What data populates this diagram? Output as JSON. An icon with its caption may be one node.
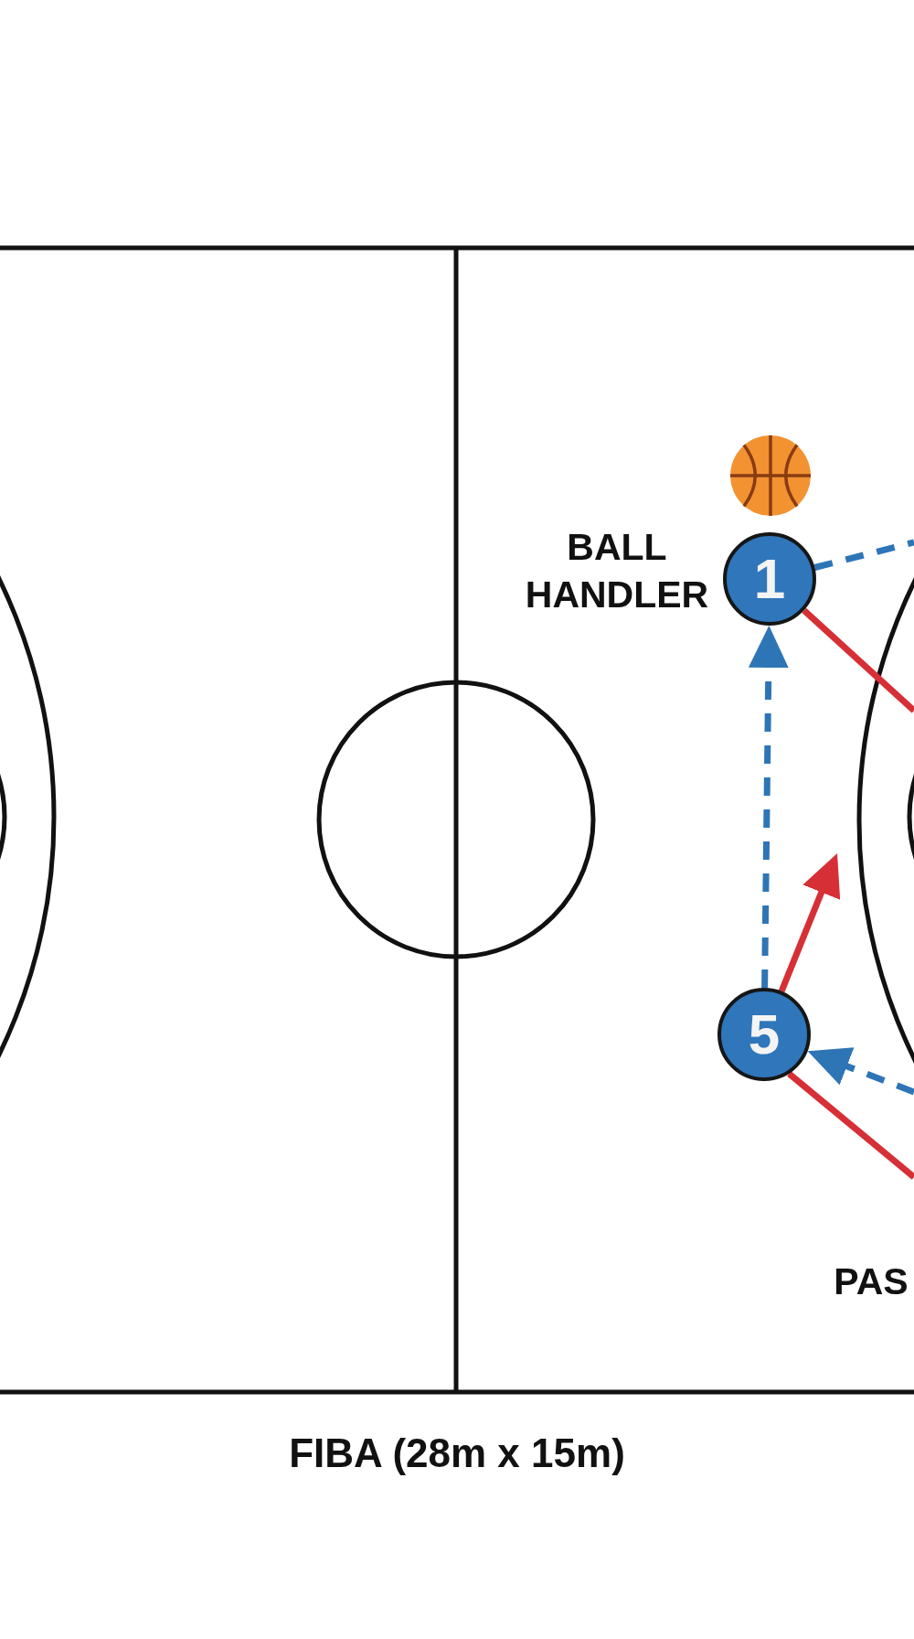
{
  "diagram": {
    "caption": "FIBA (28m x 15m)",
    "nodes": [
      {
        "text": [
          "1"
        ],
        "beside": [
          "BALL HANDLER"
        ]
      },
      {
        "text": [
          "5"
        ]
      }
    ],
    "edges": [
      {
        "from": 0,
        "to": null,
        "arrow": "none",
        "style": "dashed",
        "color": "#2e75b6"
      },
      {
        "from": 0,
        "to": null,
        "arrow": "none",
        "color": "#d62f36"
      },
      {
        "from": 1,
        "to": 0,
        "arrow": "to",
        "style": "dashed",
        "color": "#2e75b6"
      },
      {
        "from": 1,
        "to": null,
        "arrow": "to",
        "color": "#d62f36"
      },
      {
        "from": null,
        "to": 1,
        "arrow": "to",
        "style": "dashed",
        "color": "#2e75b6"
      },
      {
        "from": 1,
        "to": null,
        "arrow": "none",
        "color": "#d62f36"
      }
    ],
    "labels": [
      "PAS"
    ]
  }
}
